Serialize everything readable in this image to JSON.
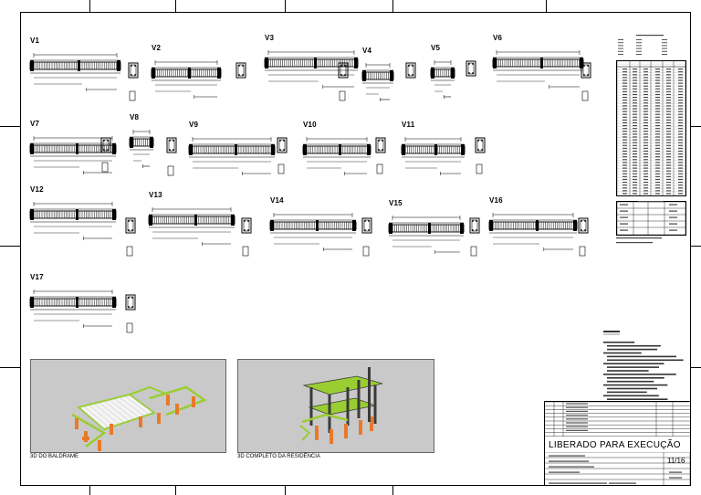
{
  "beams": [
    {
      "name": "V1"
    },
    {
      "name": "V2"
    },
    {
      "name": "V3"
    },
    {
      "name": "V4"
    },
    {
      "name": "V5"
    },
    {
      "name": "V6"
    },
    {
      "name": "V7"
    },
    {
      "name": "V8"
    },
    {
      "name": "V9"
    },
    {
      "name": "V10"
    },
    {
      "name": "V11"
    },
    {
      "name": "V12"
    },
    {
      "name": "V13"
    },
    {
      "name": "V14"
    },
    {
      "name": "V15"
    },
    {
      "name": "V16"
    },
    {
      "name": "V17"
    }
  ],
  "views": [
    {
      "label": "3D DO BALDRAME"
    },
    {
      "label": "3D COMPLETO DA RESIDÊNCIA"
    }
  ],
  "colors": {
    "frame_green": "#9acd32",
    "frame_orange": "#e8792b",
    "frame_dark": "#3a3a3a",
    "view_bg": "#c9c9c9"
  },
  "title_block": {
    "status": "LIBERADO PARA EXECUÇÃO",
    "sheet": "11/16"
  }
}
